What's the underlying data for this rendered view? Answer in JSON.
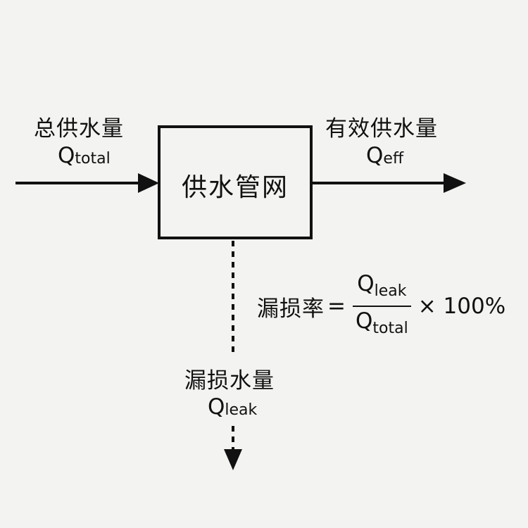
{
  "box": {
    "label": "供水管网"
  },
  "inflow": {
    "label": "总供水量",
    "q_base": "Q",
    "q_sub": "total"
  },
  "outflow": {
    "label": "有效供水量",
    "q_base": "Q",
    "q_sub": "eff"
  },
  "leakflow": {
    "label": "漏损水量",
    "q_base": "Q",
    "q_sub": "leak"
  },
  "formula": {
    "lhs": "漏损率",
    "equals": "=",
    "num_base": "Q",
    "num_sub": "leak",
    "den_base": "Q",
    "den_sub": "total",
    "multiplier": "× 100%"
  },
  "colors": {
    "stroke": "#111111",
    "background": "#f3f3f1"
  }
}
